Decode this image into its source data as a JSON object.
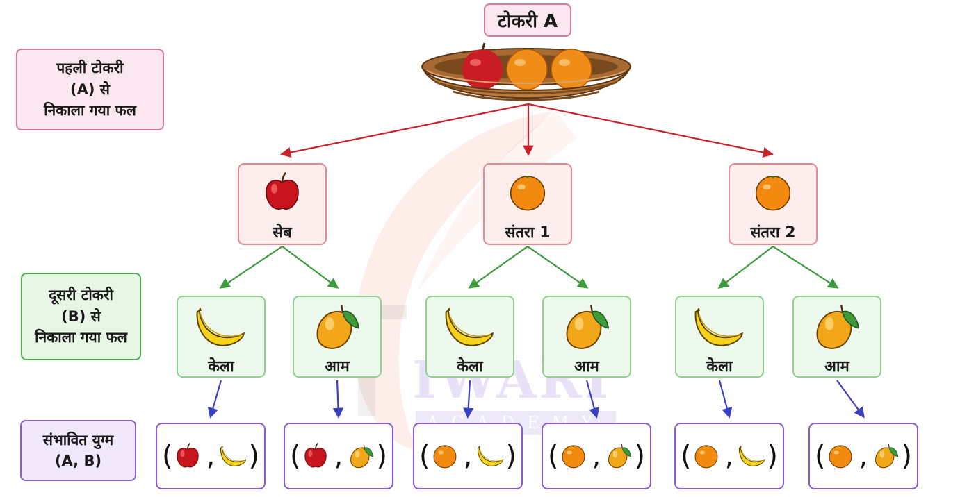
{
  "title": "टोकरी A",
  "side_labels": {
    "first": [
      "पहली टोकरी",
      "(A) से",
      "निकाला गया फल"
    ],
    "second": [
      "दूसरी टोकरी",
      "(B) से",
      "निकाला गया फल"
    ],
    "pairs": [
      "संभावित युग्म",
      "(A, B)"
    ]
  },
  "level1": [
    {
      "fruit": "apple",
      "label": "सेब"
    },
    {
      "fruit": "orange",
      "label": "संतरा 1"
    },
    {
      "fruit": "orange",
      "label": "संतरा 2"
    }
  ],
  "level2": [
    {
      "fruit": "banana",
      "label": "केला"
    },
    {
      "fruit": "mango",
      "label": "आम"
    },
    {
      "fruit": "banana",
      "label": "केला"
    },
    {
      "fruit": "mango",
      "label": "आम"
    },
    {
      "fruit": "banana",
      "label": "केला"
    },
    {
      "fruit": "mango",
      "label": "आम"
    }
  ],
  "pairs": [
    {
      "open": "(",
      "sep": ",",
      "close": ")",
      "a": "apple",
      "b": "banana"
    },
    {
      "open": "(",
      "sep": ",",
      "close": ")",
      "a": "apple",
      "b": "mango"
    },
    {
      "open": "(",
      "sep": ",",
      "close": ")",
      "a": "orange",
      "b": "banana"
    },
    {
      "open": "(",
      "sep": ",",
      "close": ")",
      "a": "orange",
      "b": "mango"
    },
    {
      "open": "(",
      "sep": ",",
      "close": ")",
      "a": "orange",
      "b": "banana"
    },
    {
      "open": "(",
      "sep": ",",
      "close": ")",
      "a": "orange",
      "b": "mango"
    }
  ],
  "watermark": {
    "line1": "IWARI",
    "line2": "ACADEMY"
  },
  "colors": {
    "red_arrow": "#c8232c",
    "green_arrow": "#3c9a3c",
    "blue_arrow": "#3b3fc4"
  }
}
